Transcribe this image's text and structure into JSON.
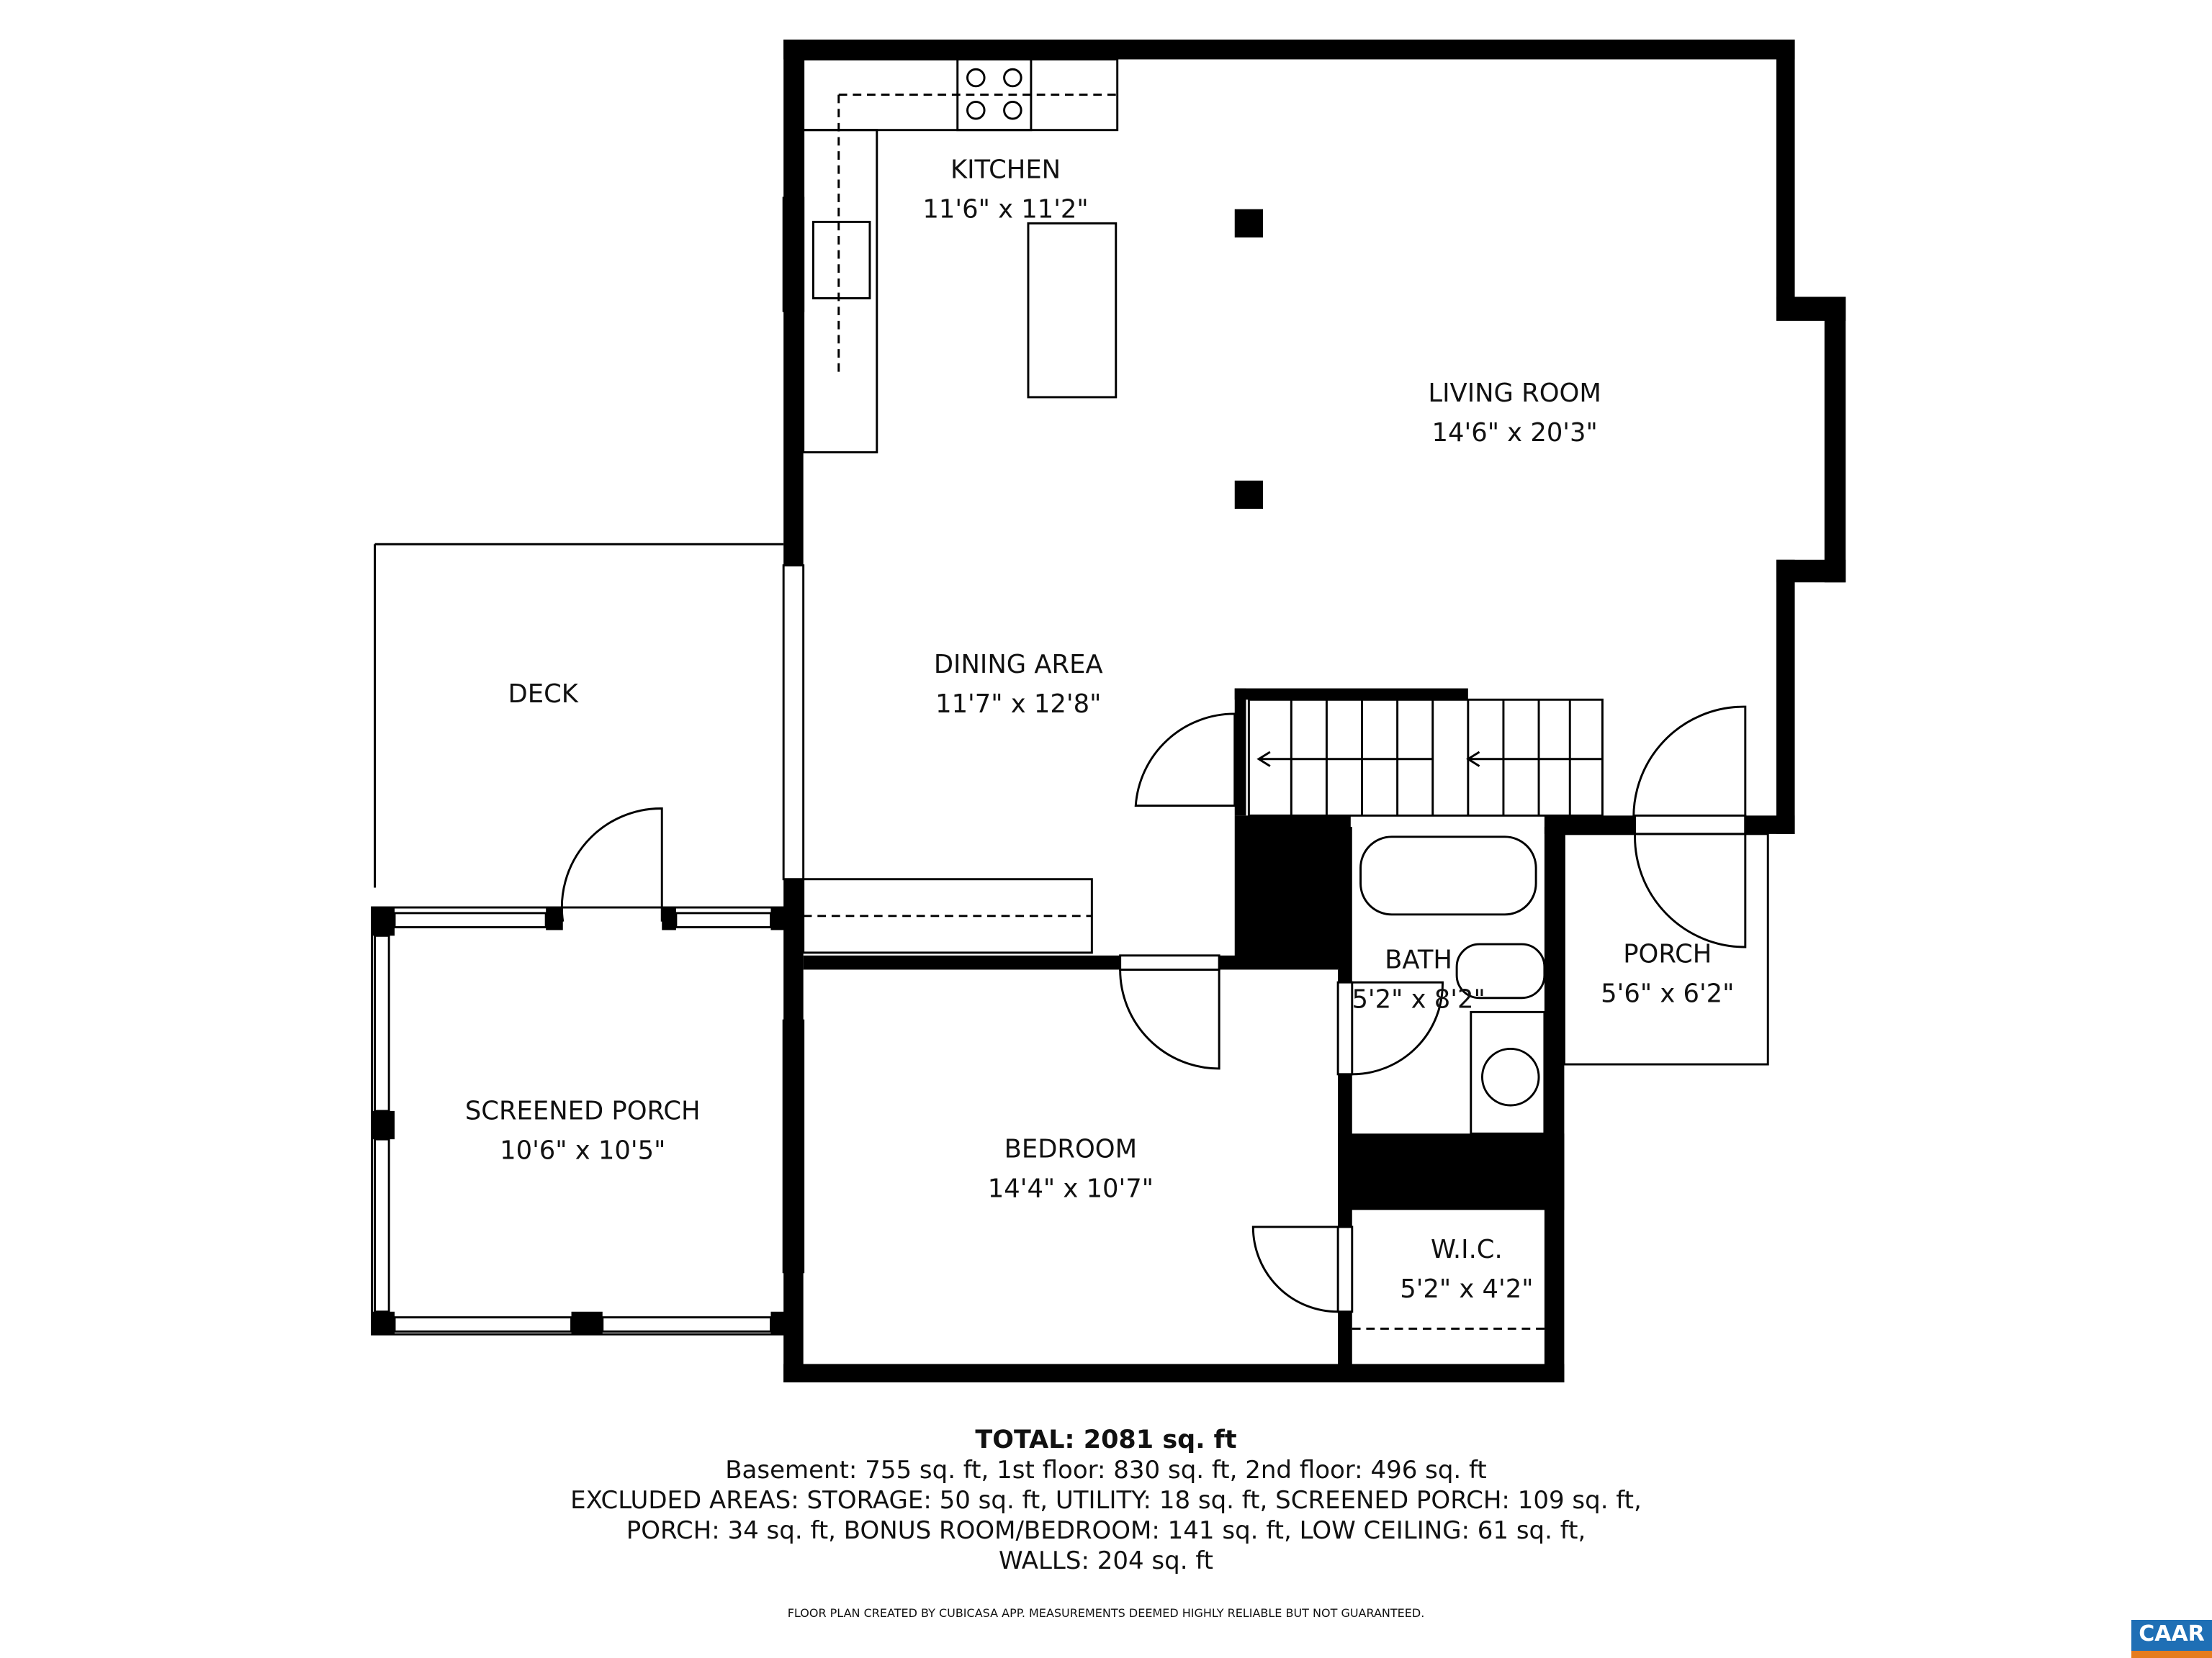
{
  "rooms": {
    "kitchen": {
      "name": "KITCHEN",
      "dims": "11'6\" x 11'2\""
    },
    "living": {
      "name": "LIVING ROOM",
      "dims": "14'6\" x 20'3\""
    },
    "dining": {
      "name": "DINING AREA",
      "dims": "11'7\" x 12'8\""
    },
    "deck": {
      "name": "DECK"
    },
    "screened_porch": {
      "name": "SCREENED PORCH",
      "dims": "10'6\" x 10'5\""
    },
    "bedroom": {
      "name": "BEDROOM",
      "dims": "14'4\" x 10'7\""
    },
    "bath": {
      "name": "BATH",
      "dims": "5'2\" x 8'2\""
    },
    "porch": {
      "name": "PORCH",
      "dims": "5'6\" x 6'2\""
    },
    "wic": {
      "name": "W.I.C.",
      "dims": "5'2\" x 4'2\""
    }
  },
  "summary": {
    "total": "TOTAL: 2081 sq. ft",
    "floors": "Basement: 755 sq. ft, 1st floor: 830 sq. ft, 2nd floor: 496 sq. ft",
    "excluded_1": "EXCLUDED AREAS: STORAGE: 50 sq. ft, UTILITY: 18 sq. ft, SCREENED PORCH: 109 sq. ft,",
    "excluded_2": "PORCH: 34 sq. ft, BONUS ROOM/BEDROOM: 141 sq. ft, LOW CEILING: 61 sq. ft,",
    "walls": "WALLS: 204 sq. ft"
  },
  "disclaimer": "FLOOR PLAN CREATED BY CUBICASA APP. MEASUREMENTS DEEMED HIGHLY RELIABLE BUT NOT GUARANTEED.",
  "logo": {
    "text": "CAAR",
    "colors": {
      "blue": "#1f6fb5",
      "orange": "#e57c1e"
    }
  }
}
